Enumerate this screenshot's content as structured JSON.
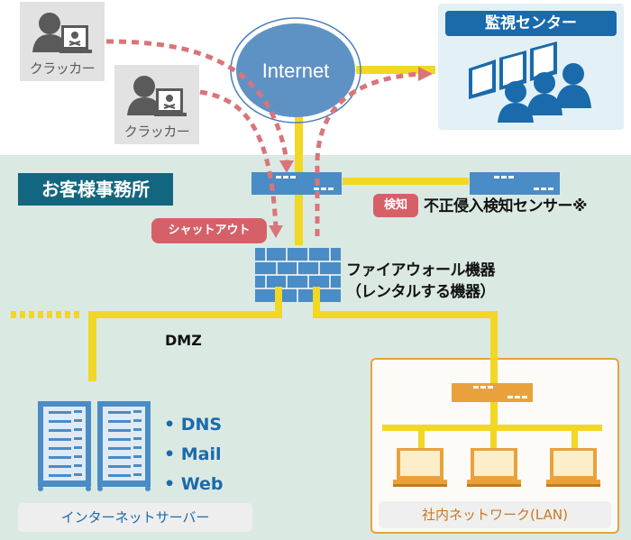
{
  "internet": {
    "label": "Internet"
  },
  "crackers": [
    {
      "label": "クラッカー"
    },
    {
      "label": "クラッカー"
    }
  ],
  "monitoring_center": {
    "title": "監視センター"
  },
  "office": {
    "title": "お客様事務所"
  },
  "shutout": {
    "label": "シャットアウト"
  },
  "ids": {
    "badge": "検知",
    "label": "不正侵入検知センサー※"
  },
  "firewall": {
    "line1": "ファイアウォール機器",
    "line2": "（レンタルする機器）"
  },
  "dmz": {
    "label": "DMZ"
  },
  "servers": {
    "services": [
      "• DNS",
      "• Mail",
      "• Web"
    ],
    "caption": "インターネットサーバー"
  },
  "lan": {
    "caption": "社内ネットワーク(LAN)"
  },
  "colors": {
    "cable": "#f2d724",
    "attack": "#d9757a",
    "device_blue": "#4a8cc5",
    "lan_orange": "#e9a23b",
    "office_bg": "#dbe9e3"
  }
}
